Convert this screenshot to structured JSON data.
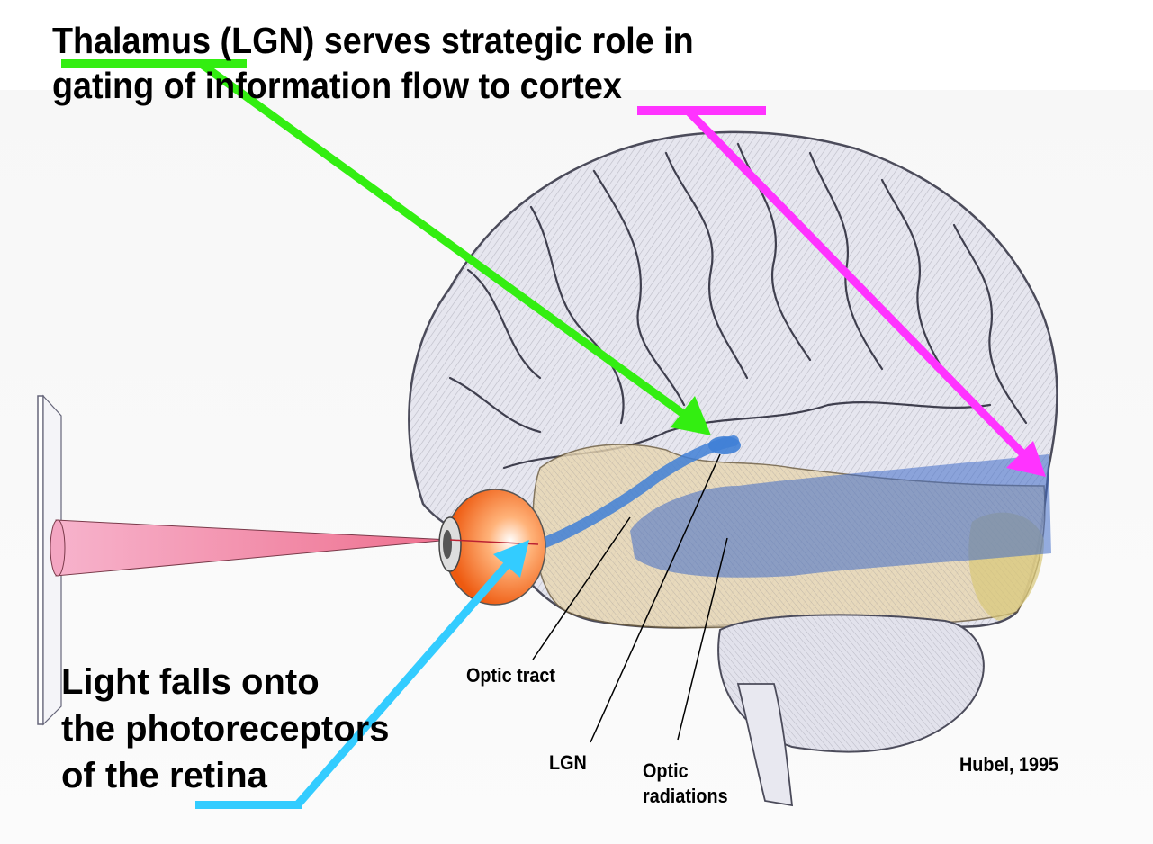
{
  "slide": {
    "title_line1_underlined": "Thalamus",
    "title_line1_rest": " (LGN) serves strategic role in",
    "title_line2_rest": "gating of information flow to ",
    "title_line2_underlined": "cortex",
    "caption_line1": "Light falls onto",
    "caption_line2": "the photoreceptors",
    "caption_line3_rest": "of the ",
    "caption_line3_underlined": "retina"
  },
  "labels": {
    "optic_tract": "Optic tract",
    "lgn": "LGN",
    "optic_radiations_line1": "Optic",
    "optic_radiations_line2": "radiations",
    "credit": "Hubel, 1995"
  },
  "colors": {
    "thalamus_arrow": "#33ee11",
    "cortex_arrow": "#ff33ff",
    "retina_arrow": "#33ccff",
    "light_beam": "#f59ab8",
    "eye": "#ff7722",
    "visual_pathway": "#4a7fd0",
    "brain_fill": "#e4e4ee",
    "brain_stroke": "#555566"
  }
}
